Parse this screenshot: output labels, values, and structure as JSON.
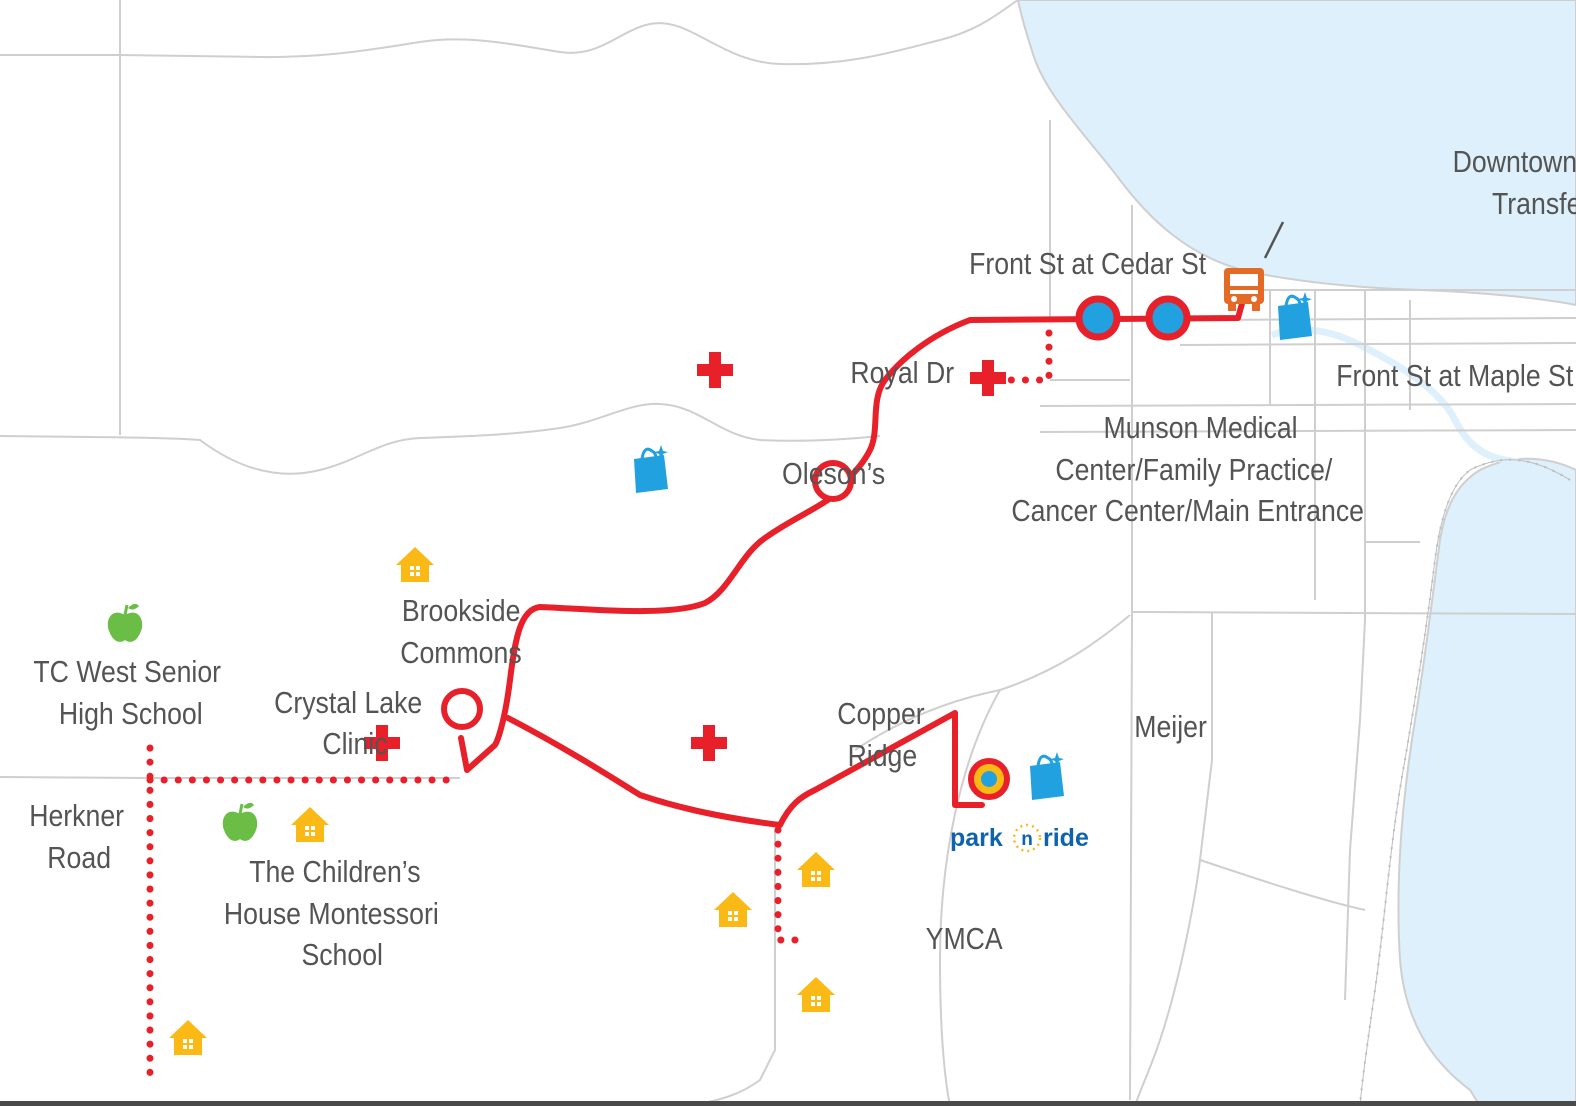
{
  "map": {
    "colors": {
      "route": "#e7202a",
      "stop_fill": "#21a1df",
      "water": "#ddf0fb",
      "road": "#cfcfcf",
      "hospital": "#e7202a",
      "shopping": "#21a1df",
      "school": "#6abd45",
      "housing": "#fbb915",
      "transfer": "#e56a25",
      "label": "#545454",
      "park_n_ride": "#0f63ad"
    },
    "labels": {
      "downtown_line1": "Downtown Hall Street",
      "downtown_line2": "Transfer Station",
      "front_cedar": "Front St at Cedar St",
      "front_maple": "Front St at Maple St",
      "royal_dr": "Royal Dr",
      "munson_line1": "Munson Medical",
      "munson_line2": "Center/Family Practice/",
      "munson_line3": "Cancer Center/Main Entrance",
      "olesons": "Oleson’s",
      "brookside_line1": "Brookside",
      "brookside_line2": "Commons",
      "tc_west_line1": "TC West Senior",
      "tc_west_line2": "High School",
      "crystal_lake_line1": "Crystal Lake",
      "crystal_lake_line2": "Clinic",
      "copper_ridge_line1": "Copper",
      "copper_ridge_line2": "Ridge",
      "meijer": "Meijer",
      "herkner_line1": "Herkner",
      "herkner_line2": "Road",
      "childrens_line1": "The Children’s",
      "childrens_line2": "House Montessori",
      "childrens_line3": "School",
      "ymca": "YMCA"
    },
    "park_n_ride": {
      "part1": "park",
      "part2": "n",
      "part3": "ride"
    },
    "icons": {
      "hospital": "hospital-cross-icon",
      "shopping": "shopping-bag-icon",
      "school": "apple-school-icon",
      "housing": "house-icon",
      "transfer": "bus-icon"
    }
  }
}
